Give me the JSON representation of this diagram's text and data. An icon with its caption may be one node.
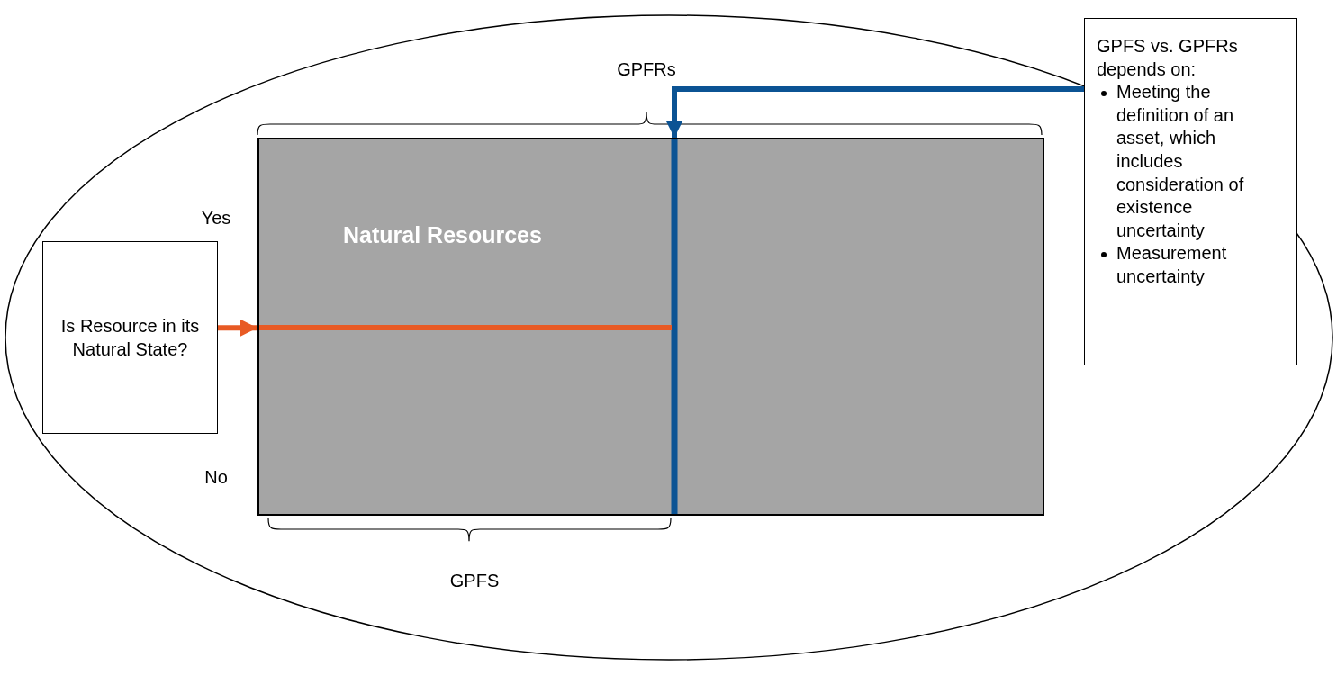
{
  "diagram": {
    "nodes": [
      {
        "text": [
          "Natural Resources"
        ]
      },
      {
        "text": [
          "Is Resource in its Natural State?"
        ]
      },
      {
        "text": [
          "GPFS vs. GPFRs depends on:",
          "Meeting the definition of an asset, which includes consideration of existence uncertainty",
          "Measurement uncertainty"
        ]
      }
    ],
    "edges": [
      {
        "from": 1,
        "to": 0,
        "arrow": "to",
        "color": "#e85a24"
      },
      {
        "from": 2,
        "to": 0,
        "arrow": "to",
        "color": "#0b5394"
      }
    ],
    "labels": [
      "GPFRs",
      "Yes",
      "No",
      "GPFS"
    ]
  }
}
